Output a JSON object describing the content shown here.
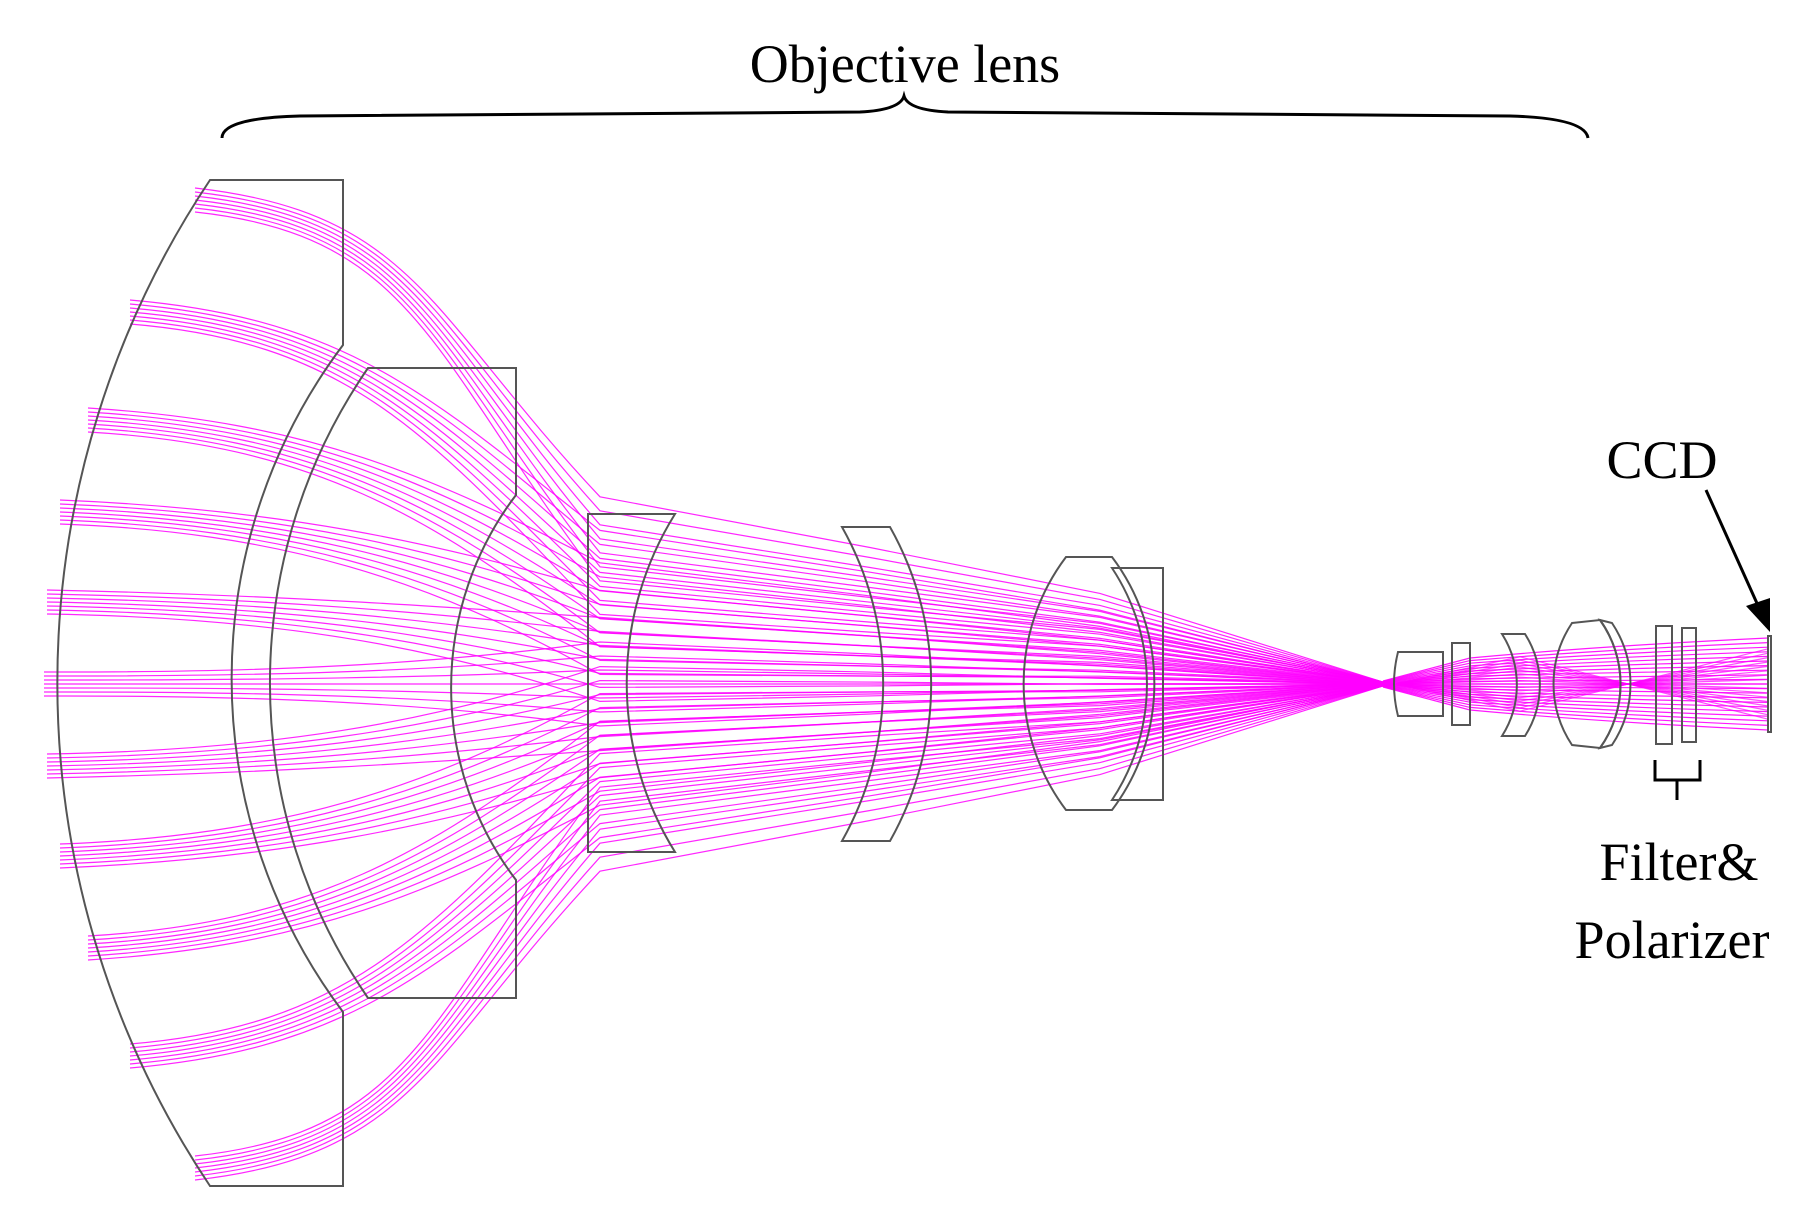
{
  "labels": {
    "objective_lens": "Objective lens",
    "ccd": "CCD",
    "filter_line1": "Filter&",
    "filter_line2": "Polarizer"
  },
  "colors": {
    "ray": "#ff00ff",
    "lens_outline": "#555555",
    "annotation": "#000000"
  }
}
